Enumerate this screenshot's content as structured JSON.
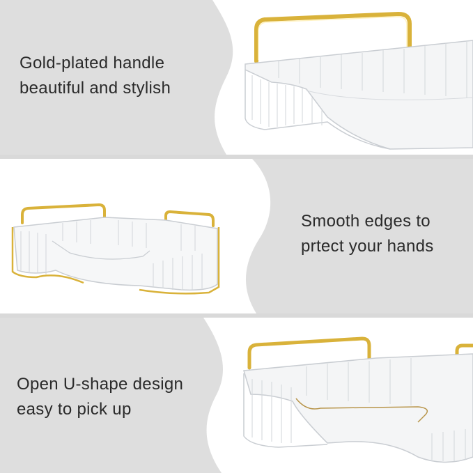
{
  "panels": [
    {
      "caption": [
        "Gold-plated handle",
        "beautiful and stylish"
      ]
    },
    {
      "caption": [
        "Smooth edges to",
        "prtect your hands"
      ]
    },
    {
      "caption": [
        "Open U-shape design",
        "easy to pick up"
      ]
    }
  ],
  "colors": {
    "grey": "#dedede",
    "white": "#ffffff",
    "gold": "#d9b23a",
    "text": "#2a2a2a"
  },
  "icons": [
    "gold-handle-icon",
    "clear-shelf-icon"
  ]
}
